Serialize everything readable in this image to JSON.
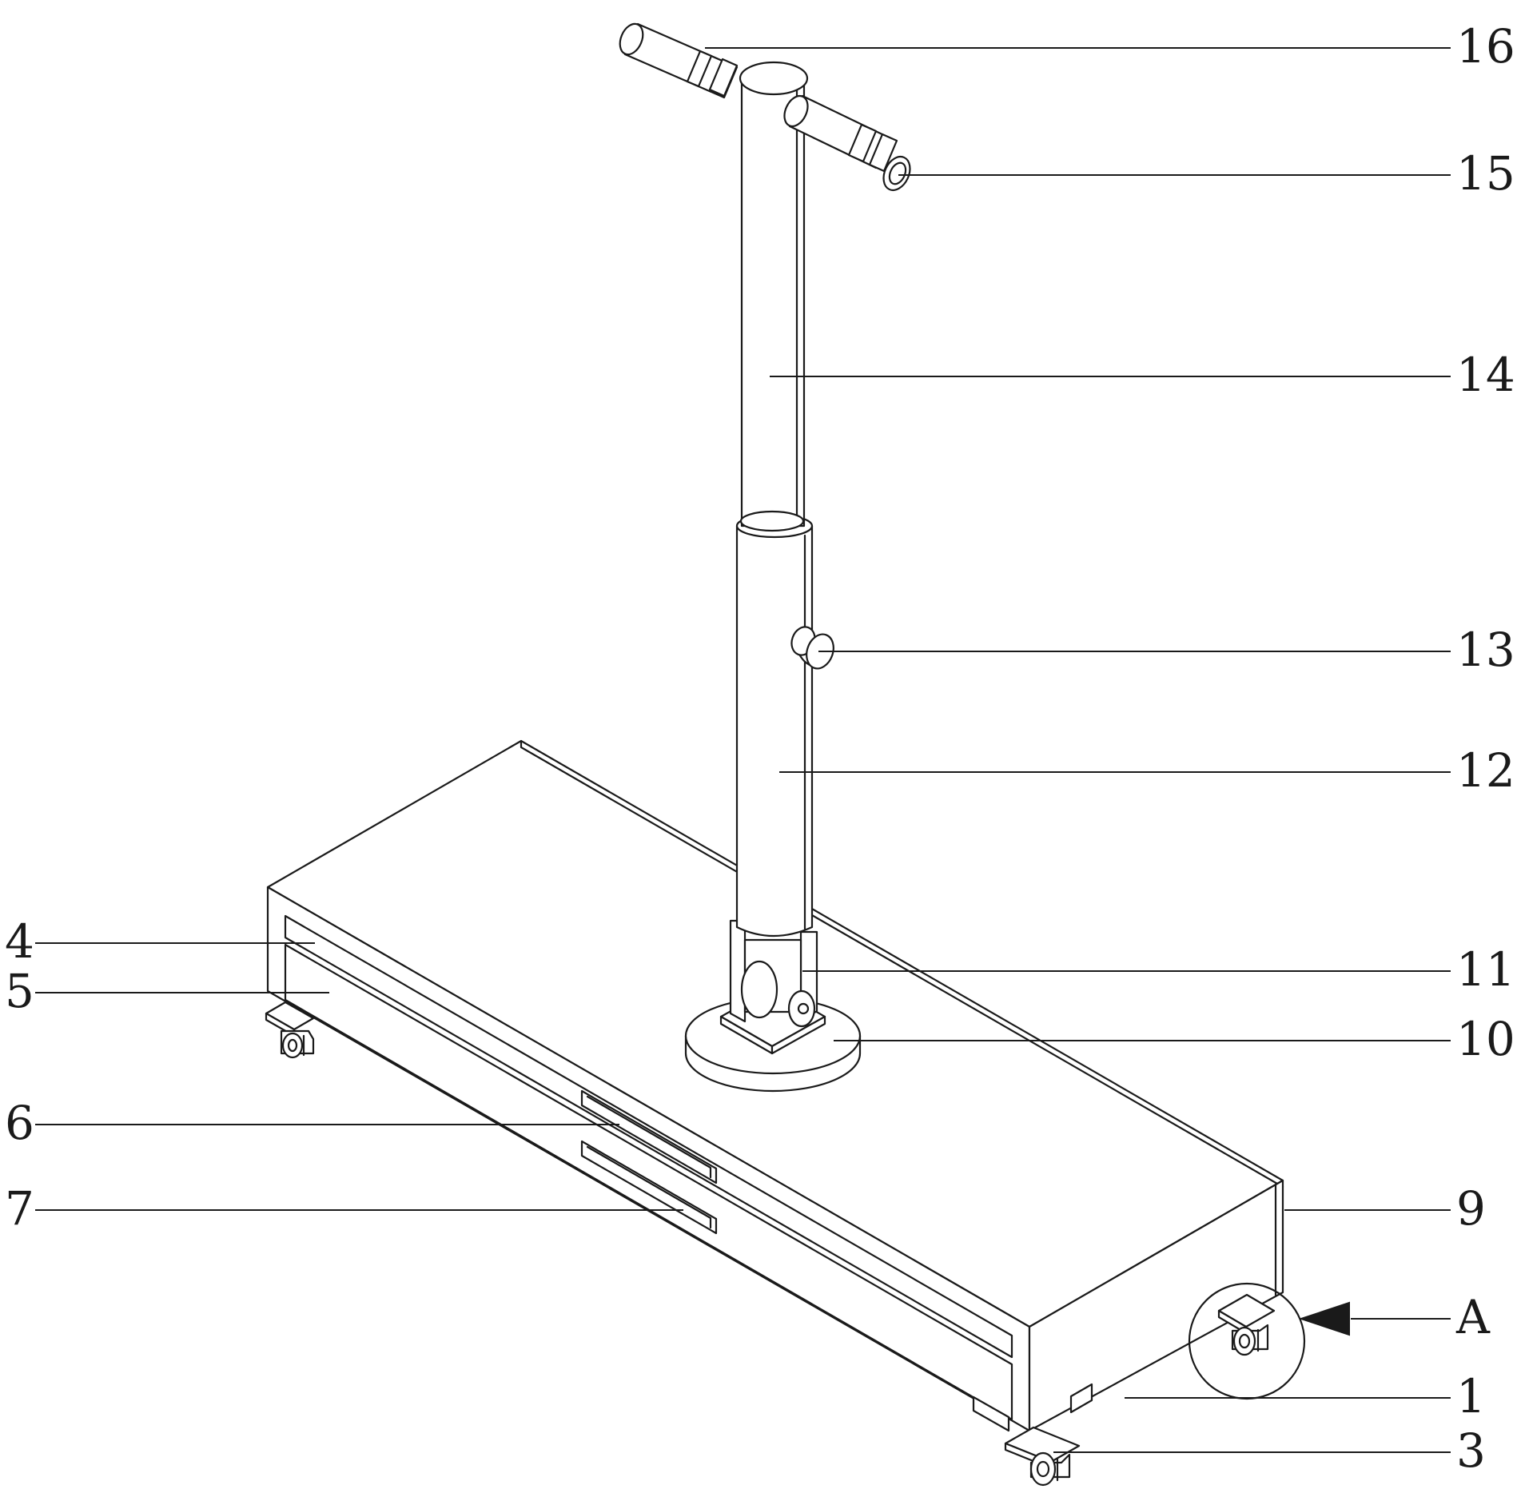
{
  "diagram": {
    "labels": {
      "l16": "16",
      "l15": "15",
      "l14": "14",
      "l13": "13",
      "l12": "12",
      "l11": "11",
      "l10": "10",
      "l9": "9",
      "lA": "A",
      "l1": "1",
      "l3": "3",
      "l4": "4",
      "l5": "5",
      "l6": "6",
      "l7": "7"
    },
    "colors": {
      "ink": "#1a1a1a",
      "paper": "#ffffff"
    }
  }
}
